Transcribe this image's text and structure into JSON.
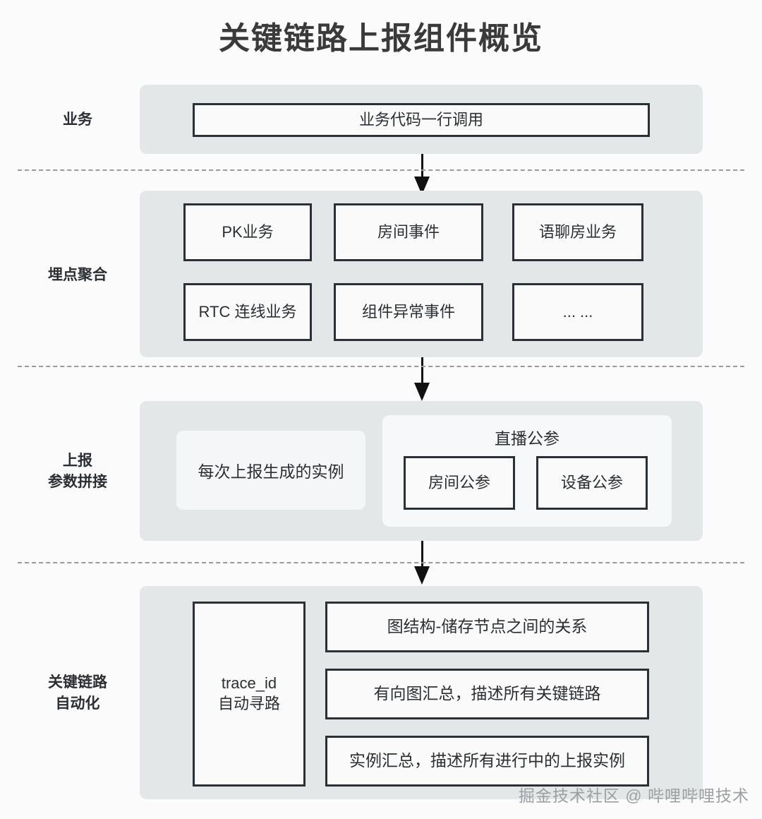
{
  "page": {
    "title": "关键链路上报组件概览",
    "watermark": "掘金技术社区 @ 哔哩哔哩技术",
    "colors": {
      "background": "#fbfbfb",
      "panel": "#e3e7e8",
      "box_fill": "#fafafa",
      "box_border": "#2b3036",
      "soft_box": "#f5f6f7",
      "subpanel": "#f7f8f9",
      "divider": "#9a9a9a",
      "arrow": "#111111",
      "title_text": "#3a3a3a",
      "body_text": "#2b2f33",
      "watermark_text": "#9ca0a3"
    }
  },
  "sections": [
    {
      "label": "业务",
      "boxes": [
        {
          "text": "业务代码一行调用"
        }
      ]
    },
    {
      "label": "埋点聚合",
      "boxes": [
        {
          "text": "PK业务"
        },
        {
          "text": "房间事件"
        },
        {
          "text": "语聊房业务"
        },
        {
          "text": "RTC 连线业务"
        },
        {
          "text": "组件异常事件"
        },
        {
          "text": "... ..."
        }
      ]
    },
    {
      "label": "上报\n参数拼接",
      "label_line1": "上报",
      "label_line2": "参数拼接",
      "soft_box": {
        "text": "每次上报生成的实例"
      },
      "subpanel": {
        "title": "直播公参",
        "boxes": [
          {
            "text": "房间公参"
          },
          {
            "text": "设备公参"
          }
        ]
      }
    },
    {
      "label_line1": "关键链路",
      "label_line2": "自动化",
      "trace_box": {
        "line1": "trace_id",
        "line2": "自动寻路"
      },
      "boxes": [
        {
          "text": "图结构-储存节点之间的关系"
        },
        {
          "text": "有向图汇总，描述所有关键链路"
        },
        {
          "text": "实例汇总，描述所有进行中的上报实例"
        }
      ]
    }
  ]
}
